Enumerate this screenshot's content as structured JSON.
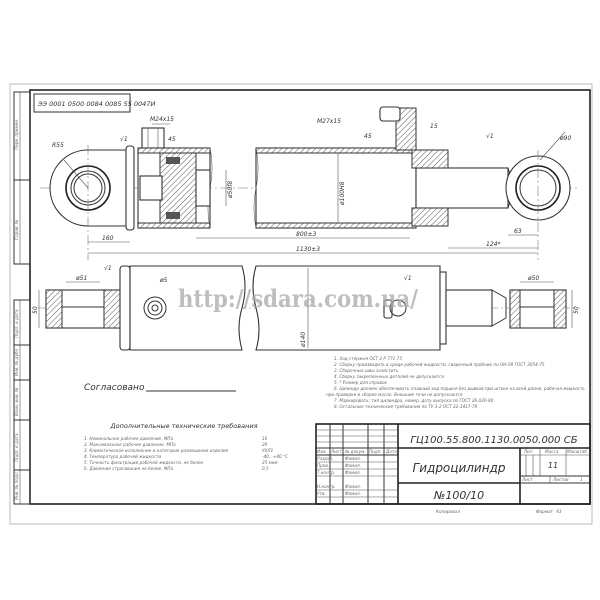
{
  "stamp_code": "ЭЭ 0001 0500 0084 0085 55 0047И",
  "watermark": "http://sdara.com.ua/",
  "dimensions": {
    "eye_radius": "R55",
    "port_left": "M24x15",
    "port_right": "M27x15",
    "eye_to_cylinder": "160",
    "stroke": "800±3",
    "overall": "1130±3",
    "rod_end": "124*",
    "bore": "ø50f8",
    "tube": "ø100H8",
    "eye_diameter": "ø90",
    "eye_offset": "63",
    "port_height_left": "45",
    "port_height_right": "45",
    "port_depth": "15",
    "clevis_width_left": "ø51",
    "clevis_width_right": "ø50",
    "clevis_height_left": "50",
    "clevis_height_right": "50",
    "barrel_diameter": "ø140",
    "roughness_1": "√1",
    "roughness_2": "√1",
    "roughness_3": "√1",
    "roughness_4": "√1",
    "roughness_5": "ø5"
  },
  "left_strip": {
    "top": [
      "Перв. примен.",
      "Справ. №"
    ],
    "bottom": [
      "Подп. и дата",
      "Инв. № дубл.",
      "Взам. инв. №",
      "Подп. и дата",
      "Инв. № подл."
    ]
  },
  "approval": {
    "label": "Согласовано"
  },
  "requirements": {
    "title": "Дополнительные технические требования",
    "items": [
      {
        "text": "1. Номинальное рабочее давление, МПа",
        "value": "16"
      },
      {
        "text": "2. Максимальное рабочее давление, МПа",
        "value": "20"
      },
      {
        "text": "3. Климатическое исполнение и категория размещения изделия",
        "value": "УХЛ1"
      },
      {
        "text": "4. Температура рабочей жидкости",
        "value": "-40...+80 °С"
      },
      {
        "text": "5. Точность фильтрации рабочей жидкости, не более",
        "value": "25 мкм"
      },
      {
        "text": "6. Давление страгивания не более, МПа",
        "value": "0,5"
      }
    ]
  },
  "notes": [
    "1. Ход стержня ОСТ 2 Р 771-75",
    "2. Сборку производить в среде рабочей жидкости, сварочный пробник по ОН-09 ГОСТ 3054-75",
    "3. Сборочные швы зачистить",
    "4. Сборку закрепленных деталей не допускается",
    "5. * Размер для справок",
    "6. Цилиндр должен обеспечивать плавный ход поршня без рывков при штоке на всей длине, рабочая жидкость",
    "при проверке и сборке масло. Внешние течи не допускаются",
    "7. Маркировать: тип цилиндра, номер, дату выпуска по ГОСТ 26.020-80",
    "8. Остальные технические требования по ТУ 3-2 ОСТ 22-1417-79"
  ],
  "title_block": {
    "doc_number": "ГЦ100.55.800.1130.0050.000 СБ",
    "name": "Гидроцилиндр",
    "model": "№100/10",
    "columns": [
      "Изм.",
      "Лист",
      "№ докум.",
      "Подп.",
      "Дата"
    ],
    "roles": [
      {
        "role": "Разраб.",
        "name": "Фамил."
      },
      {
        "role": "Пров.",
        "name": "Фамил."
      },
      {
        "role": "Т.контр.",
        "name": "Фамил."
      },
      {
        "role": "Н.контр.",
        "name": "Фамил."
      },
      {
        "role": "Утв.",
        "name": "Фамил."
      }
    ],
    "lit_label": "Лит.",
    "mass_label": "Масса",
    "scale_label": "Масштаб",
    "mass": "11",
    "sheet_label": "Лист",
    "sheets_label": "Листов",
    "sheets": "1",
    "copied_label": "Копировал",
    "format_label": "Формат",
    "format": "А3"
  }
}
